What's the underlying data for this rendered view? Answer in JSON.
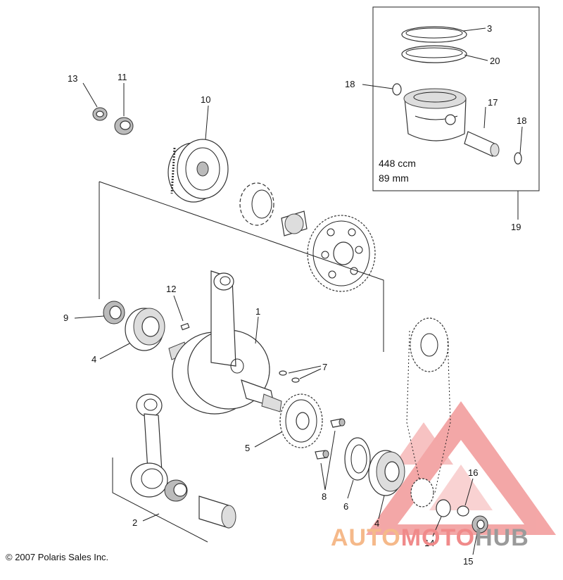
{
  "callouts": [
    {
      "id": "c1",
      "text": "1"
    },
    {
      "id": "c2",
      "text": "2"
    },
    {
      "id": "c3",
      "text": "3"
    },
    {
      "id": "c4a",
      "text": "4"
    },
    {
      "id": "c4b",
      "text": "4"
    },
    {
      "id": "c5",
      "text": "5"
    },
    {
      "id": "c6",
      "text": "6"
    },
    {
      "id": "c7",
      "text": "7"
    },
    {
      "id": "c8",
      "text": "8"
    },
    {
      "id": "c9",
      "text": "9"
    },
    {
      "id": "c10",
      "text": "10"
    },
    {
      "id": "c11",
      "text": "11"
    },
    {
      "id": "c12",
      "text": "12"
    },
    {
      "id": "c13",
      "text": "13"
    },
    {
      "id": "c14",
      "text": "14"
    },
    {
      "id": "c15",
      "text": "15"
    },
    {
      "id": "c16",
      "text": "16"
    },
    {
      "id": "c17",
      "text": "17"
    },
    {
      "id": "c18a",
      "text": "18"
    },
    {
      "id": "c18b",
      "text": "18"
    },
    {
      "id": "c19",
      "text": "19"
    },
    {
      "id": "c20",
      "text": "20"
    }
  ],
  "inset": {
    "displacement": "448 ccm",
    "bore": "89 mm"
  },
  "copyright": "© 2007 Polaris Sales Inc.",
  "watermark": {
    "part1": "AUTO",
    "part2": "MOTO",
    "part3": "HUB",
    "color_orange": "#f5b98a",
    "color_red": "#f08a8a",
    "color_gray": "#9a9a9a"
  }
}
